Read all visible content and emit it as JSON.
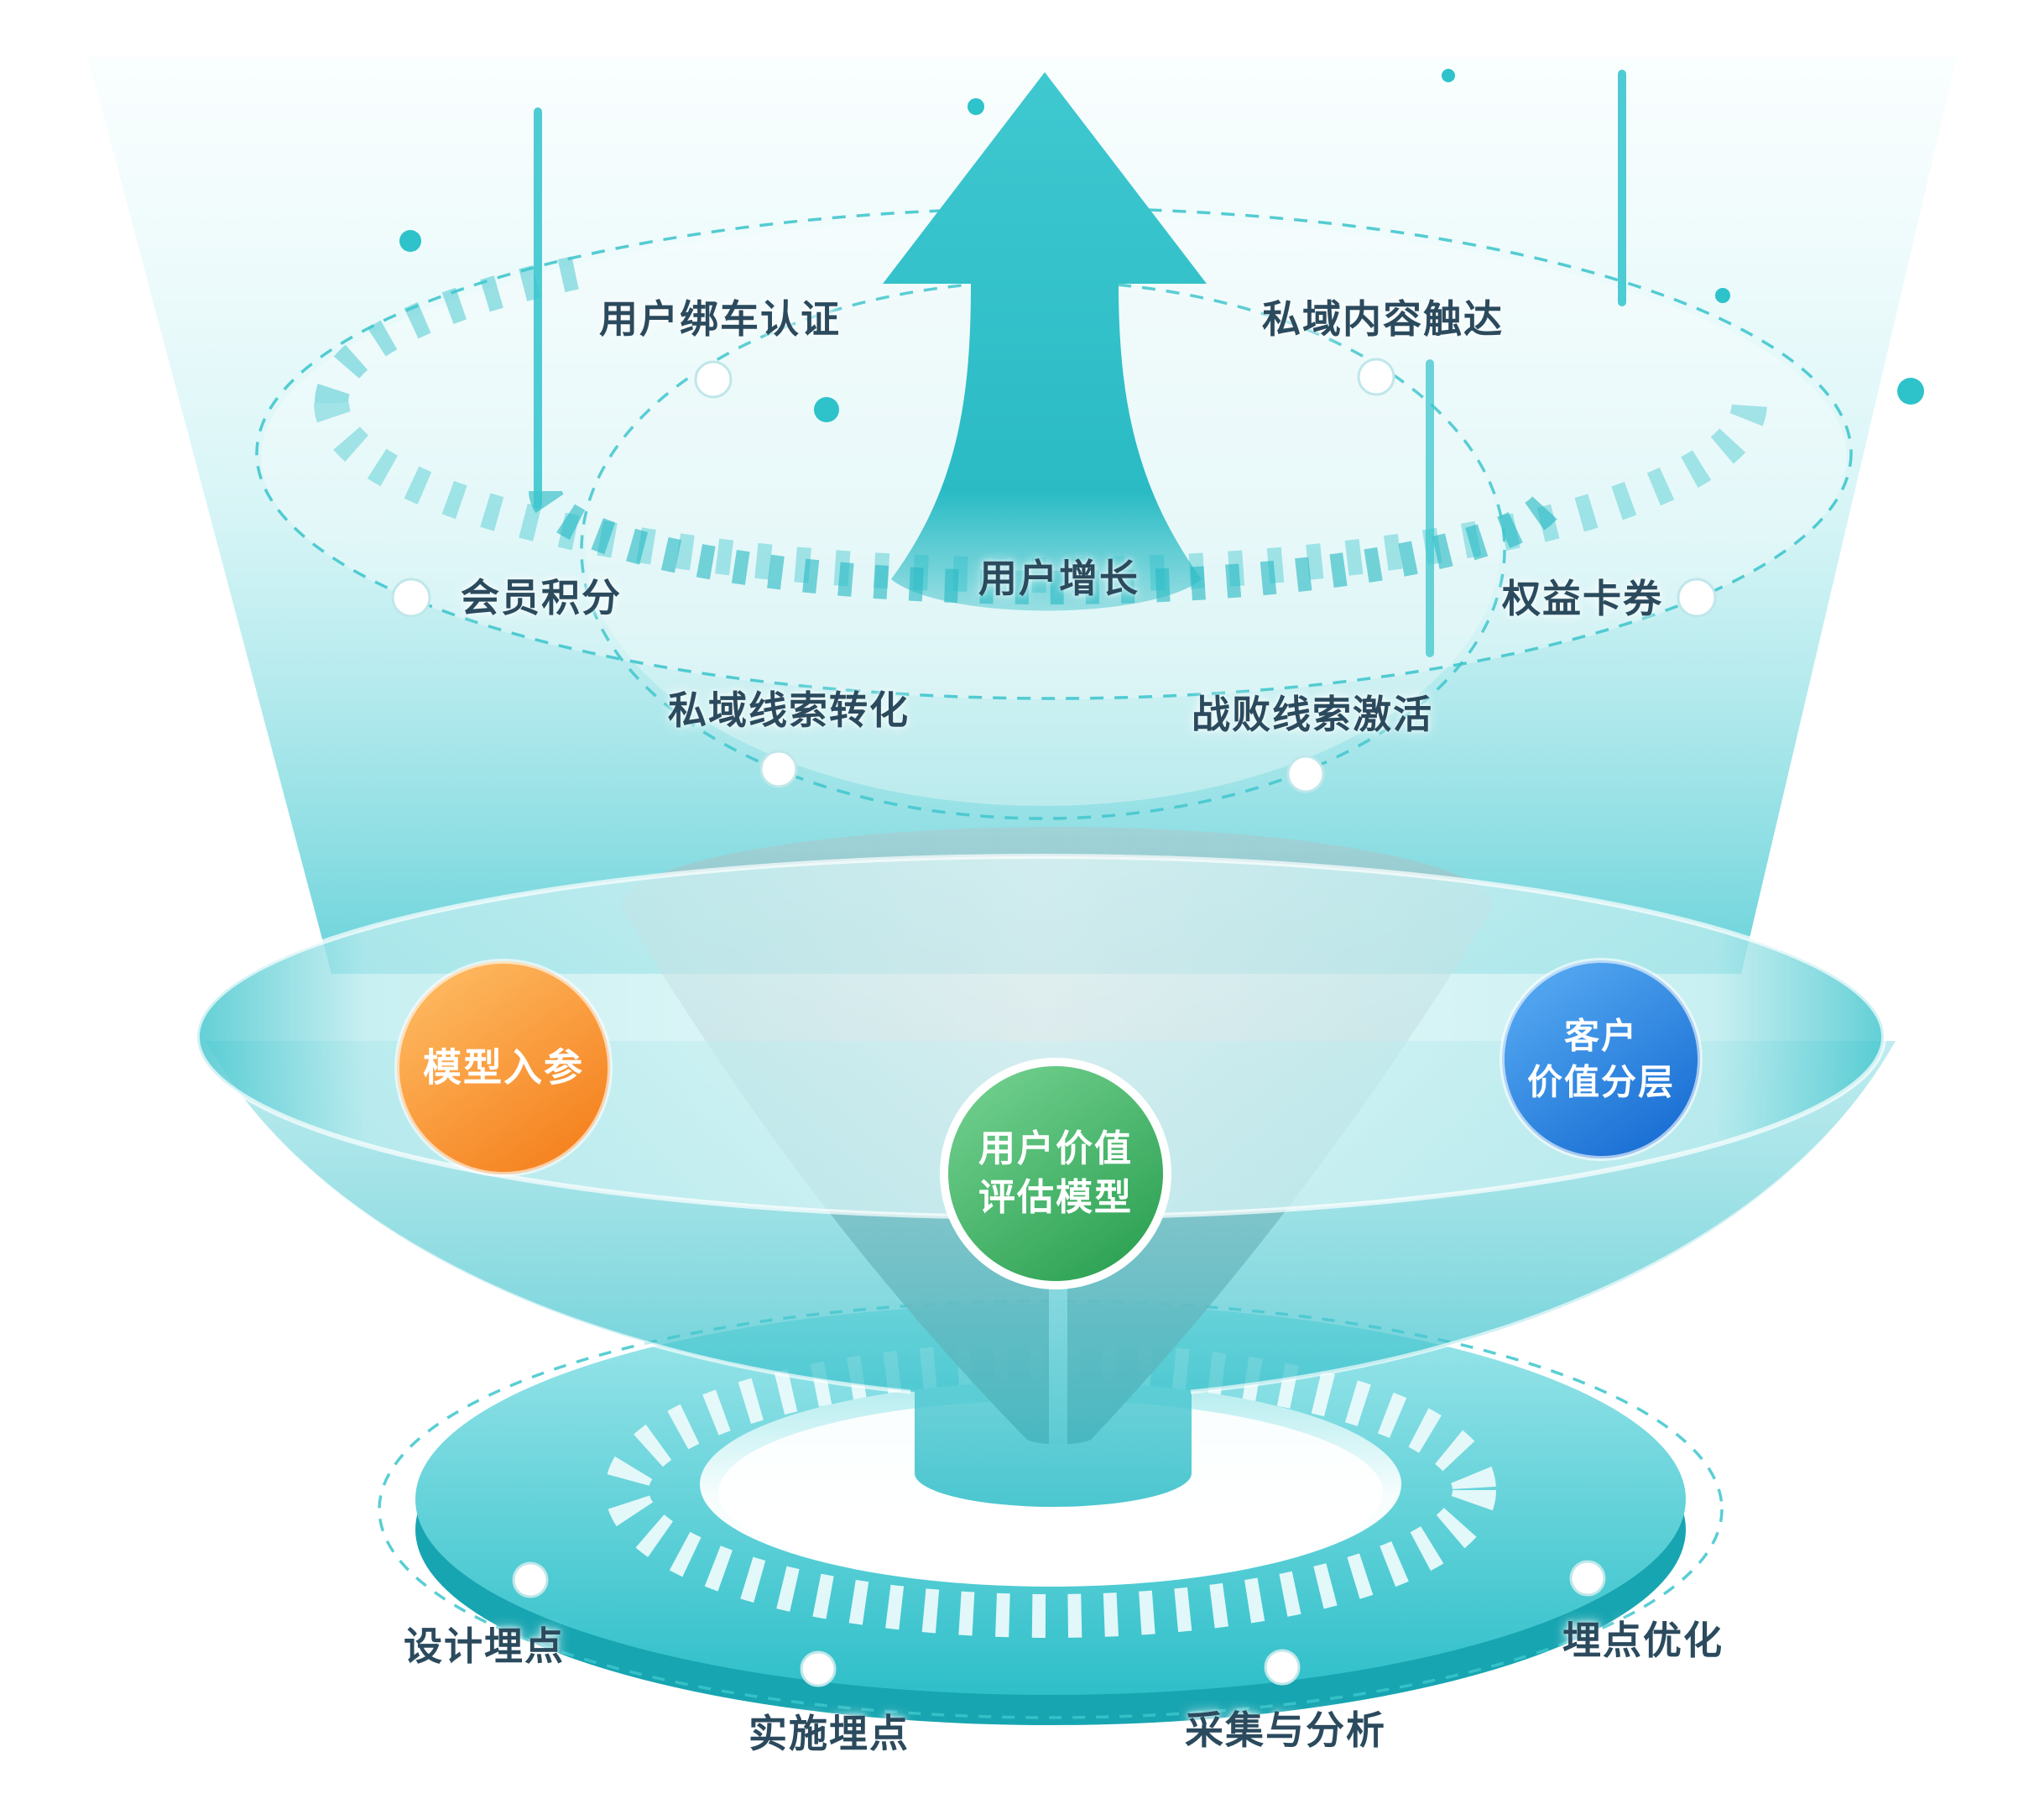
{
  "diagram": {
    "type": "funnel-infographic",
    "accent_color": "#2BBFC7",
    "text_color": "#2B4A5D",
    "funnel_stages": {
      "user_bind_auth": "用户绑车认证",
      "private_content_reach": "私域内容触达",
      "member_points": "会员积分",
      "user_growth": "用户增长",
      "benefit_coupons": "权益卡券",
      "private_lead_conversion": "私域线索转化",
      "defeated_lead_activation": "战败线索激活"
    },
    "model": {
      "input_label": "模型入参",
      "input_color": "#F5821F",
      "core_label": "用户价值\n评估模型",
      "core_color": "#2EA254",
      "output_label": "客户\n价值分层",
      "output_color": "#1A6FD4"
    },
    "tracking_steps": {
      "design": "设计埋点",
      "implement": "实施埋点",
      "collect_analyze": "采集与分析",
      "optimize": "埋点优化"
    }
  }
}
